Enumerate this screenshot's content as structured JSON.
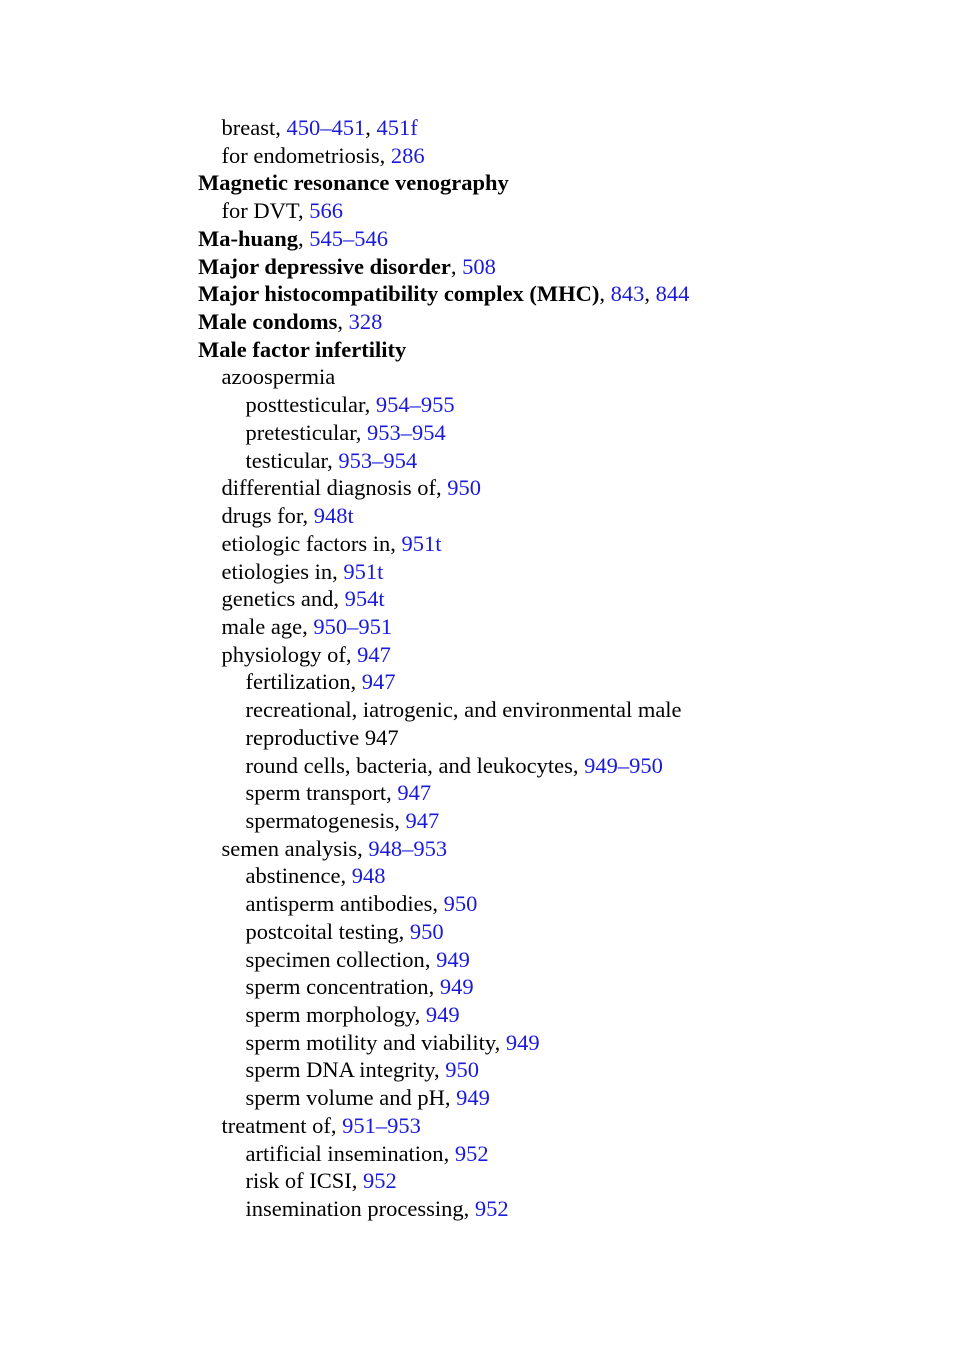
{
  "index_entries": [
    {
      "level": 1,
      "bold": false,
      "term": "breast",
      "refs": [
        "450–451",
        "451f"
      ]
    },
    {
      "level": 1,
      "bold": false,
      "term": "for endometriosis",
      "refs": [
        "286"
      ]
    },
    {
      "level": 0,
      "bold": true,
      "term": "Magnetic resonance venography",
      "refs": []
    },
    {
      "level": 1,
      "bold": false,
      "term": "for DVT",
      "refs": [
        "566"
      ]
    },
    {
      "level": 0,
      "bold": true,
      "term": "Ma-huang",
      "refs": [
        "545–546"
      ]
    },
    {
      "level": 0,
      "bold": true,
      "term": "Major depressive disorder",
      "refs": [
        "508"
      ]
    },
    {
      "level": 0,
      "bold": true,
      "term": "Major histocompatibility complex (MHC)",
      "refs": [
        "843",
        "844"
      ]
    },
    {
      "level": 0,
      "bold": true,
      "term": "Male condoms",
      "refs": [
        "328"
      ]
    },
    {
      "level": 0,
      "bold": true,
      "term": "Male factor infertility",
      "refs": []
    },
    {
      "level": 1,
      "bold": false,
      "term": "azoospermia",
      "refs": []
    },
    {
      "level": 2,
      "bold": false,
      "term": "posttesticular",
      "refs": [
        "954–955"
      ]
    },
    {
      "level": 2,
      "bold": false,
      "term": "pretesticular",
      "refs": [
        "953–954"
      ]
    },
    {
      "level": 2,
      "bold": false,
      "term": "testicular",
      "refs": [
        "953–954"
      ]
    },
    {
      "level": 1,
      "bold": false,
      "term": "differential diagnosis of",
      "refs": [
        "950"
      ]
    },
    {
      "level": 1,
      "bold": false,
      "term": "drugs for",
      "refs": [
        "948t"
      ]
    },
    {
      "level": 1,
      "bold": false,
      "term": "etiologic factors in",
      "refs": [
        "951t"
      ]
    },
    {
      "level": 1,
      "bold": false,
      "term": "etiologies in",
      "refs": [
        "951t"
      ]
    },
    {
      "level": 1,
      "bold": false,
      "term": "genetics and",
      "refs": [
        "954t"
      ]
    },
    {
      "level": 1,
      "bold": false,
      "term": "male age",
      "refs": [
        "950–951"
      ]
    },
    {
      "level": 1,
      "bold": false,
      "term": "physiology of",
      "refs": [
        "947"
      ]
    },
    {
      "level": 2,
      "bold": false,
      "term": "fertilization",
      "refs": [
        "947"
      ]
    },
    {
      "level": 2,
      "bold": false,
      "term": "recreational, iatrogenic, and environmental male",
      "refs": []
    },
    {
      "level": 2,
      "bold": false,
      "term": "reproductive 947",
      "refs": []
    },
    {
      "level": 2,
      "bold": false,
      "term": "round cells, bacteria, and leukocytes",
      "refs": [
        "949–950"
      ]
    },
    {
      "level": 2,
      "bold": false,
      "term": "sperm transport",
      "refs": [
        "947"
      ]
    },
    {
      "level": 2,
      "bold": false,
      "term": "spermatogenesis",
      "refs": [
        "947"
      ]
    },
    {
      "level": 1,
      "bold": false,
      "term": "semen analysis",
      "refs": [
        "948–953"
      ]
    },
    {
      "level": 2,
      "bold": false,
      "term": "abstinence",
      "refs": [
        "948"
      ]
    },
    {
      "level": 2,
      "bold": false,
      "term": "antisperm antibodies",
      "refs": [
        "950"
      ]
    },
    {
      "level": 2,
      "bold": false,
      "term": "postcoital testing",
      "refs": [
        "950"
      ]
    },
    {
      "level": 2,
      "bold": false,
      "term": "specimen collection",
      "refs": [
        "949"
      ]
    },
    {
      "level": 2,
      "bold": false,
      "term": "sperm concentration",
      "refs": [
        "949"
      ]
    },
    {
      "level": 2,
      "bold": false,
      "term": "sperm morphology",
      "refs": [
        "949"
      ]
    },
    {
      "level": 2,
      "bold": false,
      "term": "sperm motility and viability",
      "refs": [
        "949"
      ]
    },
    {
      "level": 2,
      "bold": false,
      "term": "sperm DNA integrity",
      "refs": [
        "950"
      ]
    },
    {
      "level": 2,
      "bold": false,
      "term": "sperm volume and pH",
      "refs": [
        "949"
      ]
    },
    {
      "level": 1,
      "bold": false,
      "term": "treatment of",
      "refs": [
        "951–953"
      ]
    },
    {
      "level": 2,
      "bold": false,
      "term": "artificial insemination",
      "refs": [
        "952"
      ]
    },
    {
      "level": 2,
      "bold": false,
      "term": "risk of ICSI",
      "refs": [
        "952"
      ]
    },
    {
      "level": 2,
      "bold": false,
      "term": "insemination processing",
      "refs": [
        "952"
      ]
    }
  ],
  "colors": {
    "link": "#1a1adb",
    "text": "#000000",
    "background": "#ffffff"
  },
  "separator": ", "
}
